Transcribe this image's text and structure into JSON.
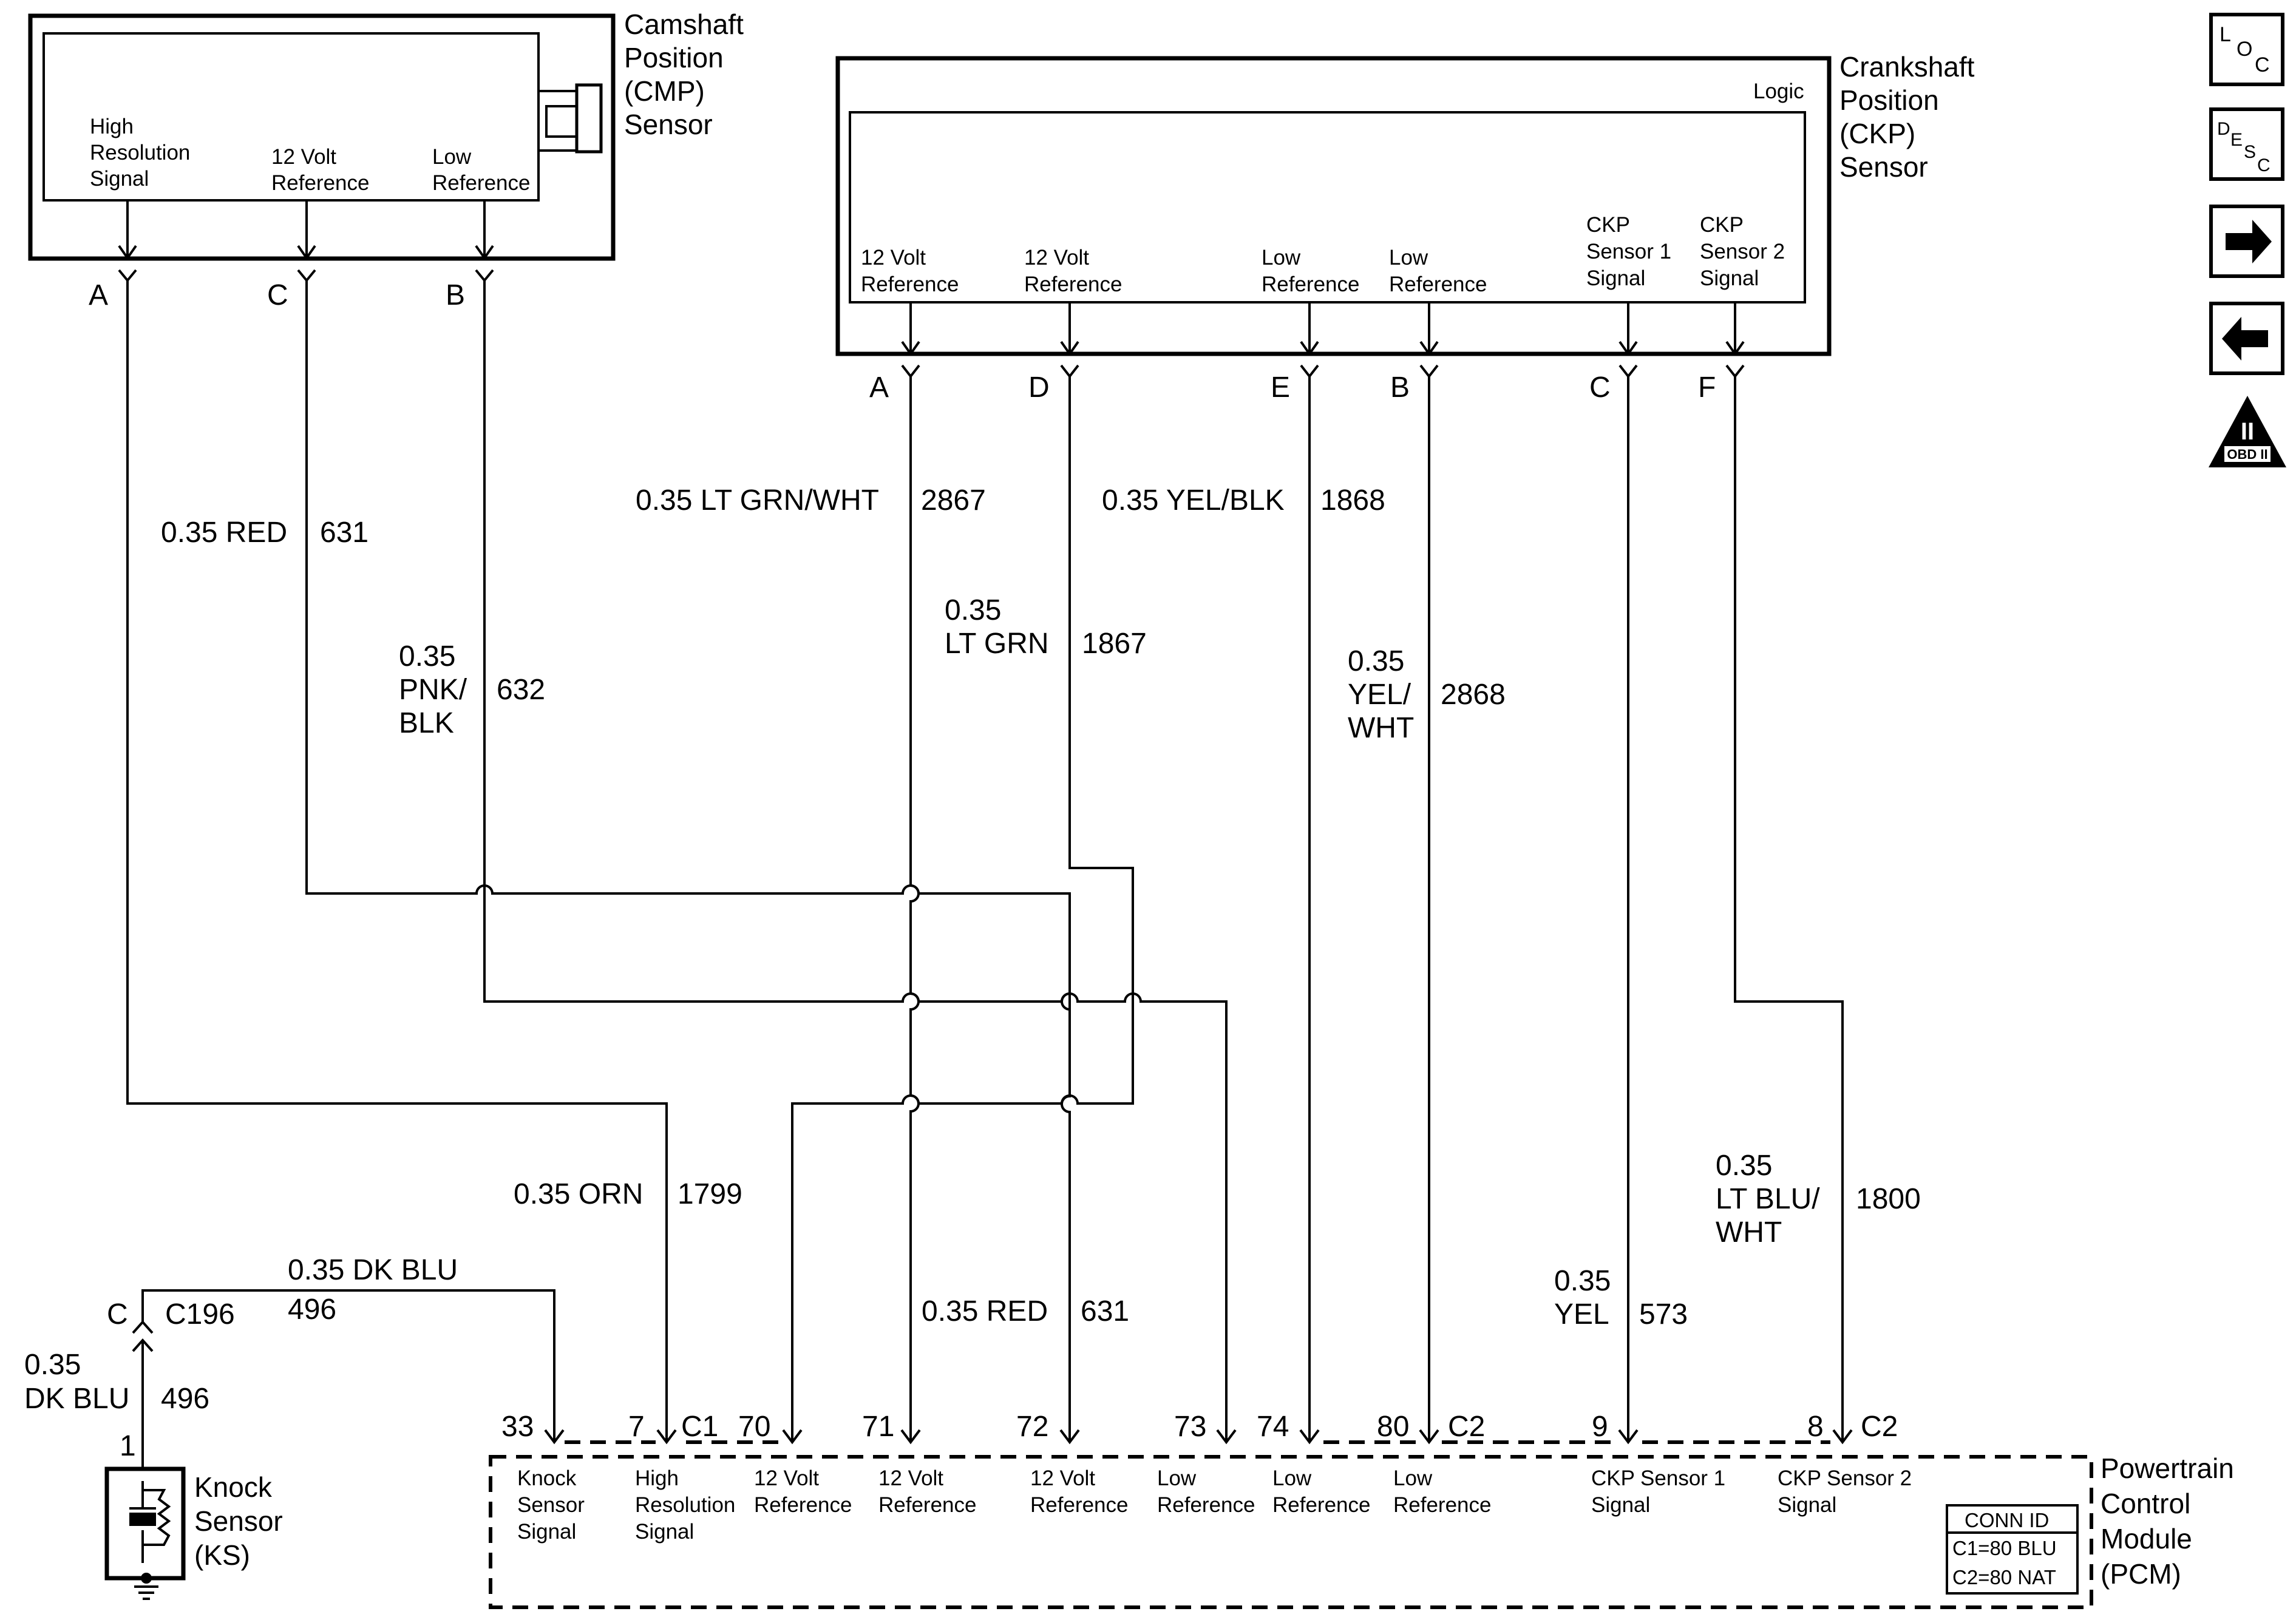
{
  "cmp_sensor": {
    "name_lines": [
      "Camshaft",
      "Position",
      "(CMP)",
      "Sensor"
    ],
    "pins": [
      "A",
      "C",
      "B"
    ],
    "terminal_labels": {
      "high_res": [
        "High",
        "Resolution",
        "Signal"
      ],
      "ref12": [
        "12 Volt",
        "Reference"
      ],
      "low_ref": [
        "Low",
        "Reference"
      ]
    }
  },
  "ckp_sensor": {
    "name_lines": [
      "Crankshaft",
      "Position",
      "(CKP)",
      "Sensor"
    ],
    "logic_label": "Logic",
    "pins": [
      "A",
      "D",
      "E",
      "B",
      "C",
      "F"
    ],
    "terminal_labels": [
      [
        "12 Volt",
        "Reference"
      ],
      [
        "12 Volt",
        "Reference"
      ],
      [
        "Low",
        "Reference"
      ],
      [
        "Low",
        "Reference"
      ],
      [
        "CKP",
        "Sensor 1",
        "Signal"
      ],
      [
        "CKP",
        "Sensor 2",
        "Signal"
      ]
    ]
  },
  "wires": {
    "cmp_ref": {
      "color": "0.35 RED",
      "circuit": "631"
    },
    "cmp_low": {
      "color_lines": [
        "0.35",
        "PNK/",
        "BLK"
      ],
      "circuit": "632"
    },
    "ckp_a": {
      "color": "0.35 LT GRN/WHT",
      "circuit": "2867"
    },
    "ckp_d": {
      "color_lines": [
        "0.35",
        "LT GRN"
      ],
      "circuit": "1867"
    },
    "ckp_e": {
      "color": "0.35 YEL/BLK",
      "circuit": "1868"
    },
    "ckp_b": {
      "color_lines": [
        "0.35",
        "YEL/",
        "WHT"
      ],
      "circuit": "2868"
    },
    "cmp_sig": {
      "color": "0.35 ORN",
      "circuit": "1799"
    },
    "red_72": {
      "color": "0.35 RED",
      "circuit": "631"
    },
    "ckp_c": {
      "color_lines": [
        "0.35",
        "YEL"
      ],
      "circuit": "573"
    },
    "ckp_f": {
      "color_lines": [
        "0.35",
        "LT BLU/",
        "WHT"
      ],
      "circuit": "1800"
    },
    "ks_upper": {
      "color": "0.35 DK BLU",
      "circuit": "496"
    },
    "ks_lower": {
      "color_lines": [
        "0.35",
        "DK BLU"
      ],
      "circuit": "496"
    }
  },
  "connector_c196": {
    "pin": "C",
    "name": "C196"
  },
  "knock_sensor": {
    "name_lines": [
      "Knock",
      "Sensor",
      "(KS)"
    ],
    "pin": "1"
  },
  "pcm": {
    "name_lines": [
      "Powertrain",
      "Control",
      "Module",
      "(PCM)"
    ],
    "pin_numbers": [
      "33",
      "7",
      "70",
      "71",
      "72",
      "73",
      "74",
      "80",
      "9",
      "8"
    ],
    "connector_tags": [
      "C1",
      "C2",
      "C2"
    ],
    "terminal_labels": [
      [
        "Knock",
        "Sensor",
        "Signal"
      ],
      [
        "High",
        "Resolution",
        "Signal"
      ],
      [
        "12 Volt",
        "Reference"
      ],
      [
        "12 Volt",
        "Reference"
      ],
      [
        "12 Volt",
        "Reference"
      ],
      [
        "Low",
        "Reference"
      ],
      [
        "Low",
        "Reference"
      ],
      [
        "Low",
        "Reference"
      ],
      [
        "CKP Sensor 1",
        "Signal"
      ],
      [
        "CKP Sensor 2",
        "Signal"
      ]
    ],
    "conn_id": {
      "title": "CONN ID",
      "rows": [
        "C1=80 BLU",
        "C2=80 NAT"
      ]
    }
  },
  "nav_icons": {
    "loc": [
      "L",
      "O",
      "C"
    ],
    "desc": [
      "D",
      "E",
      "S",
      "C"
    ],
    "obd": [
      "II",
      "OBD II"
    ]
  }
}
